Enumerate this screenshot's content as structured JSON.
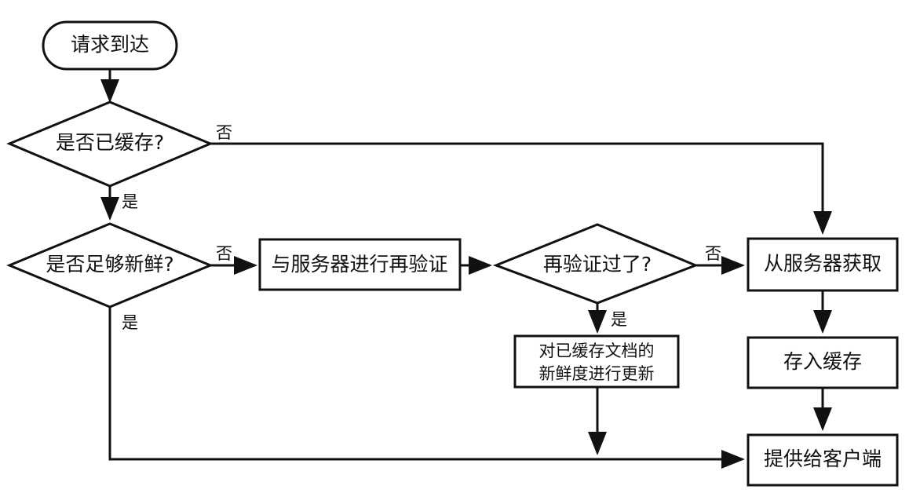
{
  "colors": {
    "stroke": "#111111",
    "background": "#ffffff"
  },
  "nodes": {
    "start": "请求到达",
    "cached_q": "是否已缓存?",
    "fresh_q": "是否足够新鲜?",
    "revalidate": "与服务器进行再验证",
    "revalidated_q": "再验证过了?",
    "update_fresh_line1": "对已缓存文档的",
    "update_fresh_line2": "新鲜度进行更新",
    "fetch": "从服务器获取",
    "store": "存入缓存",
    "serve": "提供给客户端"
  },
  "edges": {
    "cached_no": "否",
    "cached_yes": "是",
    "fresh_no": "否",
    "fresh_yes": "是",
    "revalidated_no": "否",
    "revalidated_yes": "是"
  }
}
